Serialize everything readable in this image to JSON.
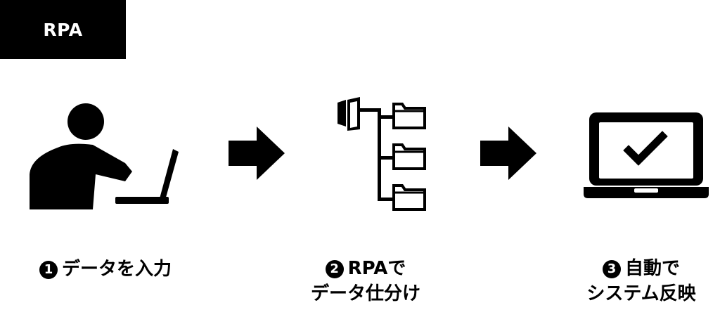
{
  "badge": {
    "label": "RPA"
  },
  "steps": [
    {
      "number": "1",
      "line1": "データを入力",
      "line2": "",
      "icon": "person-laptop-icon"
    },
    {
      "number": "2",
      "line1": "RPAで",
      "line2": "データ仕分け",
      "icon": "folder-tree-icon"
    },
    {
      "number": "3",
      "line1": "自動で",
      "line2": "システム反映",
      "icon": "laptop-check-icon"
    }
  ],
  "arrows": [
    "arrow-right-icon",
    "arrow-right-icon"
  ],
  "colors": {
    "foreground": "#000000",
    "background": "#ffffff",
    "badge_text": "#ffffff"
  }
}
